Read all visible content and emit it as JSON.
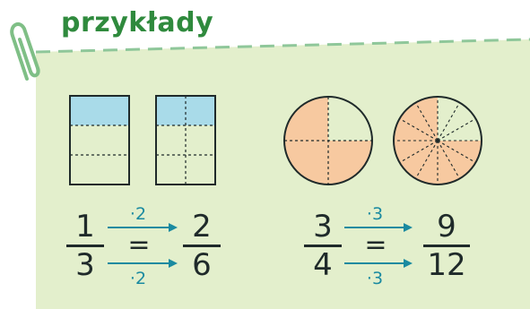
{
  "header": {
    "title": "przykłady",
    "icon": "paperclip-icon"
  },
  "colors": {
    "background": "#e3efcc",
    "header_green": "#2f8a3d",
    "dashed_line": "#8fc79a",
    "shade_blue": "#a9dbe9",
    "shade_orange": "#f7c9a0",
    "arrow_teal": "#1a8aa0"
  },
  "examples": [
    {
      "left": {
        "numerator": "1",
        "denominator": "3"
      },
      "right": {
        "numerator": "2",
        "denominator": "6"
      },
      "operator": "=",
      "top_multiplier": "·2",
      "bottom_multiplier": "·2"
    },
    {
      "left": {
        "numerator": "3",
        "denominator": "4"
      },
      "right": {
        "numerator": "9",
        "denominator": "12"
      },
      "operator": "=",
      "top_multiplier": "·3",
      "bottom_multiplier": "·3"
    }
  ]
}
